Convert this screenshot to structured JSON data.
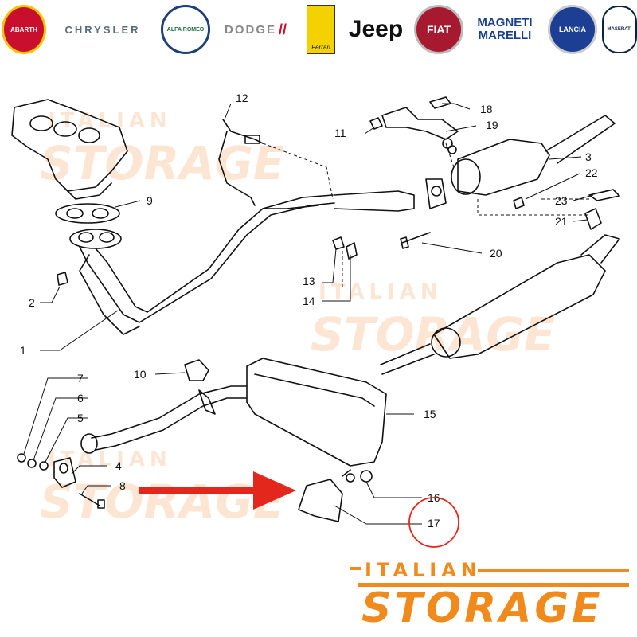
{
  "brand_logos": [
    {
      "name": "abarth",
      "text": "ABARTH",
      "color": "#c8102e"
    },
    {
      "name": "chrysler",
      "text": "CHRYSLER",
      "color": "#5a6b7b"
    },
    {
      "name": "alfa-romeo",
      "text": "ALFA ROMEO",
      "color": "#1d6b3a"
    },
    {
      "name": "dodge",
      "text": "DODGE",
      "color": "#8a8a8a"
    },
    {
      "name": "ferrari",
      "text": "Ferrari",
      "color": "#f4d100"
    },
    {
      "name": "jeep",
      "text": "Jeep",
      "color": "#111111"
    },
    {
      "name": "fiat",
      "text": "FIAT",
      "color": "#a6192e"
    },
    {
      "name": "magneti-marelli",
      "text": "MAGNETI MARELLI",
      "color": "#1b3f8b"
    },
    {
      "name": "lancia",
      "text": "LANCIA",
      "color": "#1c3f94"
    },
    {
      "name": "maserati",
      "text": "MASERATI",
      "color": "#0c2340"
    }
  ],
  "callouts": [
    "1",
    "2",
    "3",
    "4",
    "5",
    "6",
    "7",
    "8",
    "9",
    "10",
    "11",
    "12",
    "13",
    "14",
    "15",
    "16",
    "17",
    "18",
    "19",
    "20",
    "21",
    "22",
    "23"
  ],
  "watermark": {
    "line1": "ITALIAN",
    "line2": "STORAGE"
  },
  "colors": {
    "accent": "#f08a1c",
    "arrow": "#e4271c",
    "highlight_circle": "#e4271c",
    "line": "#111111"
  }
}
